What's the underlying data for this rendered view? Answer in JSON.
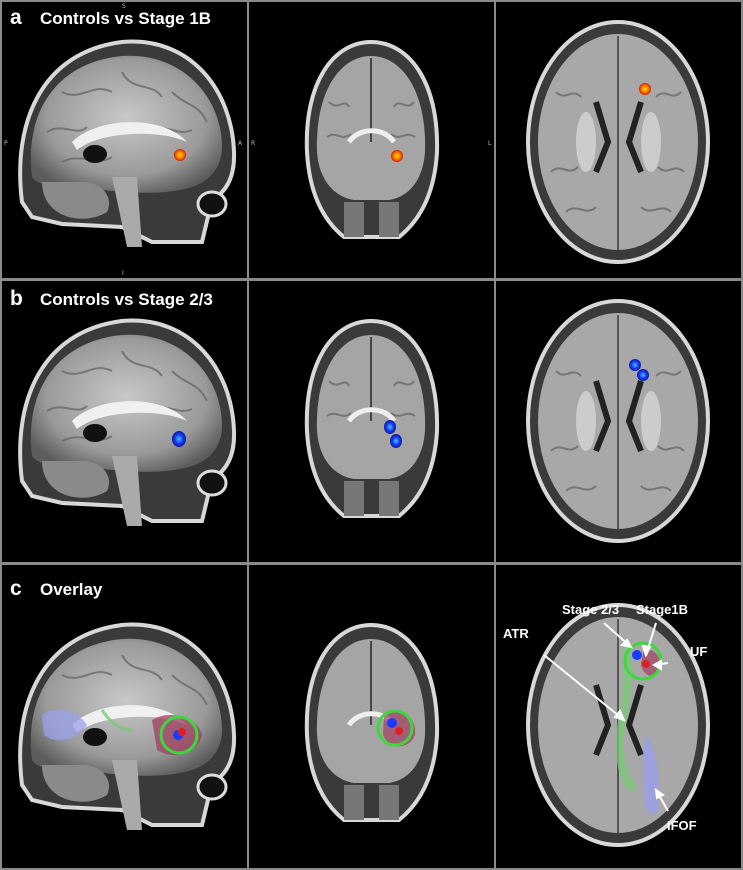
{
  "rows": [
    {
      "letter": "a",
      "title": "Controls vs Stage 1B"
    },
    {
      "letter": "b",
      "title": "Controls vs Stage 2/3"
    },
    {
      "letter": "c",
      "title": "Overlay"
    }
  ],
  "annotations": {
    "stage23": "Stage 2/3",
    "stage1b": "Stage1B",
    "atr": "ATR",
    "uf": "UF",
    "ifof": "IFOF"
  },
  "orientation": {
    "superior": "S",
    "inferior": "I",
    "anterior": "A",
    "posterior": "P",
    "right": "R",
    "left": "L"
  },
  "colors": {
    "stage1b_cluster": "#ff5a00",
    "stage23_cluster": "#1a3cff",
    "highlight_circle": "#3cd83c",
    "atr_tract": "#7ac87a",
    "ifof_tract": "#9aa0e8",
    "uf_tract": "#a04060"
  }
}
